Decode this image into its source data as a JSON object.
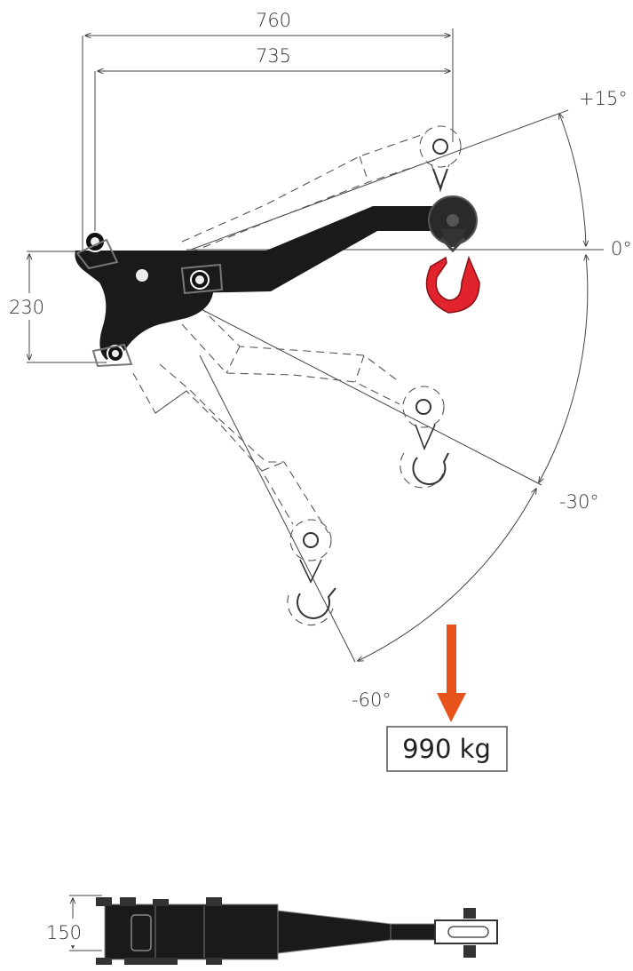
{
  "dimensions": {
    "width_outer": "760",
    "width_inner": "735",
    "height_side": "230",
    "width_top_view": "150"
  },
  "angles": {
    "up": "+15°",
    "level": "0°",
    "down_30": "-30°",
    "down_60": "-60°"
  },
  "load": {
    "label": "990 kg"
  },
  "colors": {
    "boom": "#1a1a1a",
    "hook": "#e0232c",
    "load_arrow": "#e8531c",
    "dimension_lines": "#444444",
    "ghost_outline": "#555555"
  },
  "icons": {
    "load_arrow": "down-arrow-icon",
    "hook": "crane-hook-icon",
    "pulley": "pulley-icon"
  }
}
